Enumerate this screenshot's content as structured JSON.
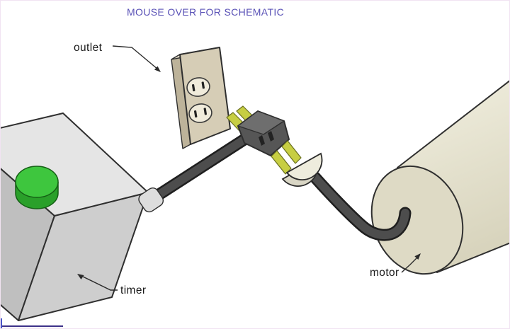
{
  "header": {
    "hint_text": "MOUSE OVER FOR SCHEMATIC"
  },
  "diagram": {
    "labels": [
      {
        "id": "outlet",
        "text": "outlet"
      },
      {
        "id": "timer",
        "text": "timer"
      },
      {
        "id": "motor",
        "text": "motor"
      }
    ],
    "components": [
      "timer box with green button",
      "wall outlet plate with two sockets",
      "dark piggyback plug with two prongs and socket slots",
      "cream motor plug with two prongs",
      "motor cylinder with power cord"
    ]
  },
  "colors": {
    "title_text": "#5951b6",
    "label_text": "#1a1a1a",
    "leader": "#2a2a2a",
    "canvas_border": "#f1e3f2",
    "timer_top": "#e5e5e5",
    "timer_front_right": "#cecece",
    "timer_front_left": "#bfbfbf",
    "button_green_top": "#3ec63e",
    "button_green_side": "#2aa02a",
    "grommet": "#dddddd",
    "cable": "#4d4d4d",
    "cable_outline": "#1f1f1f",
    "outlet_face": "#d6cdb6",
    "outlet_side": "#bdb39a",
    "outlet_top_edge": "#ece5d2",
    "socket_face": "#f0ebdb",
    "slot": "#222222",
    "plug_dark_body": "#565656",
    "plug_dark_top": "#6e6e6e",
    "prong": "#c7ce42",
    "prong_edge": "#6a7020",
    "white_plug": "#eeecdd",
    "white_plug_depth": "#d9d6c5",
    "motor_body_light": "#f2f0e1",
    "motor_body_dark": "#d8d4bd",
    "motor_face": "#dedac5",
    "frame_line": "#3d3189",
    "frame_corner": "#4a55c8"
  }
}
